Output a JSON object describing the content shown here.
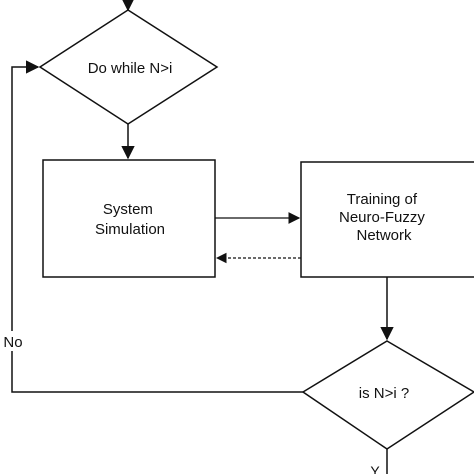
{
  "diagram": {
    "decision_loop": {
      "label": "Do while N>i"
    },
    "process_simulation": {
      "lines": [
        "System",
        "Simulation"
      ]
    },
    "process_training": {
      "lines": [
        "Training of",
        "Neuro-Fuzzy",
        "Network"
      ]
    },
    "decision_check": {
      "label": "is N>i ?"
    },
    "branch_no": {
      "label": "No"
    },
    "branch_yes": {
      "label": "Y"
    },
    "colors": {
      "stroke": "#111111",
      "text": "#111111",
      "background": "#ffffff"
    }
  }
}
